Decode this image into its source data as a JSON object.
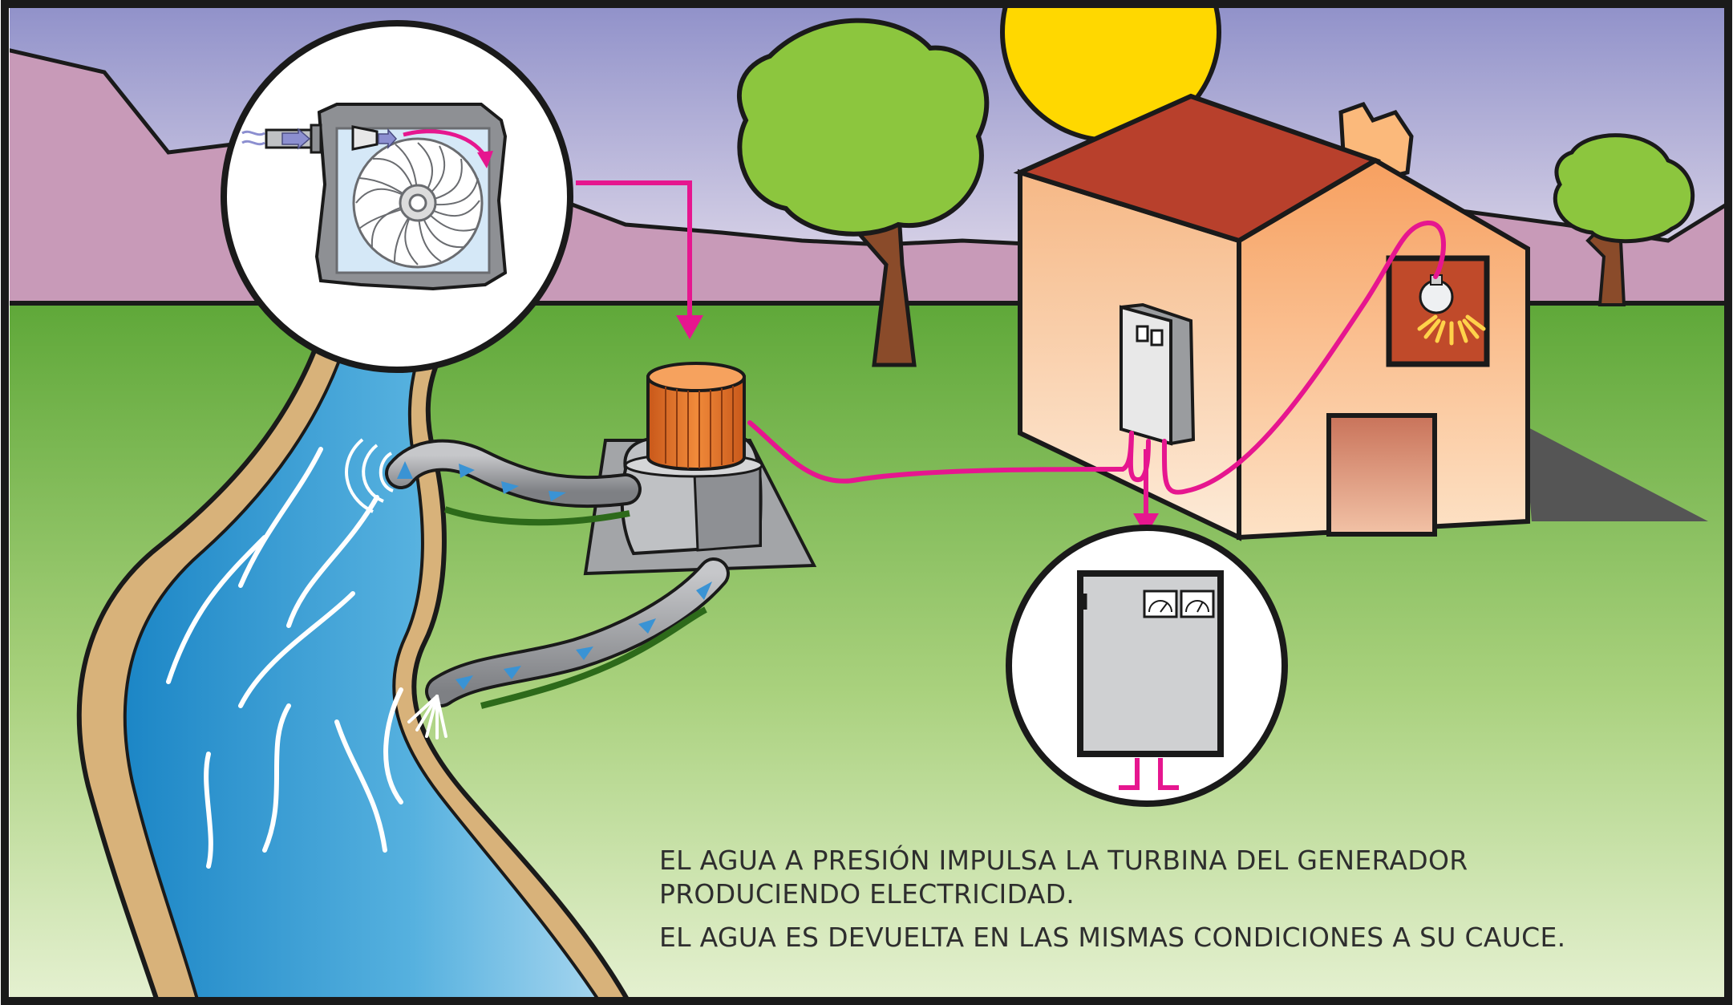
{
  "caption": {
    "line1": "EL AGUA A PRESIÓN IMPULSA LA TURBINA DEL GENERADOR",
    "line2": "PRODUCIENDO ELECTRICIDAD.",
    "line3": "EL AGUA ES DEVUELTA EN LAS MISMAS CONDICIONES A SU CAUCE."
  },
  "colors": {
    "sky_top": "#8f90c9",
    "sky_bottom": "#e9e2ee",
    "mountains": "#c89ab8",
    "grass_top": "#5fa839",
    "grass_bottom": "#e6f1d2",
    "river": "#2a95cf",
    "riverbank": "#d8b27a",
    "sun": "#ffd800",
    "wire": "#e6168f",
    "generator": "#e8762a",
    "roof": "#b8402c",
    "house_wall": "#fbb97b",
    "tree_leaves": "#8cc63e",
    "tree_trunk": "#8a4b2a",
    "hose": "#9a9ca0",
    "flow_arrow": "#3a93d4"
  }
}
